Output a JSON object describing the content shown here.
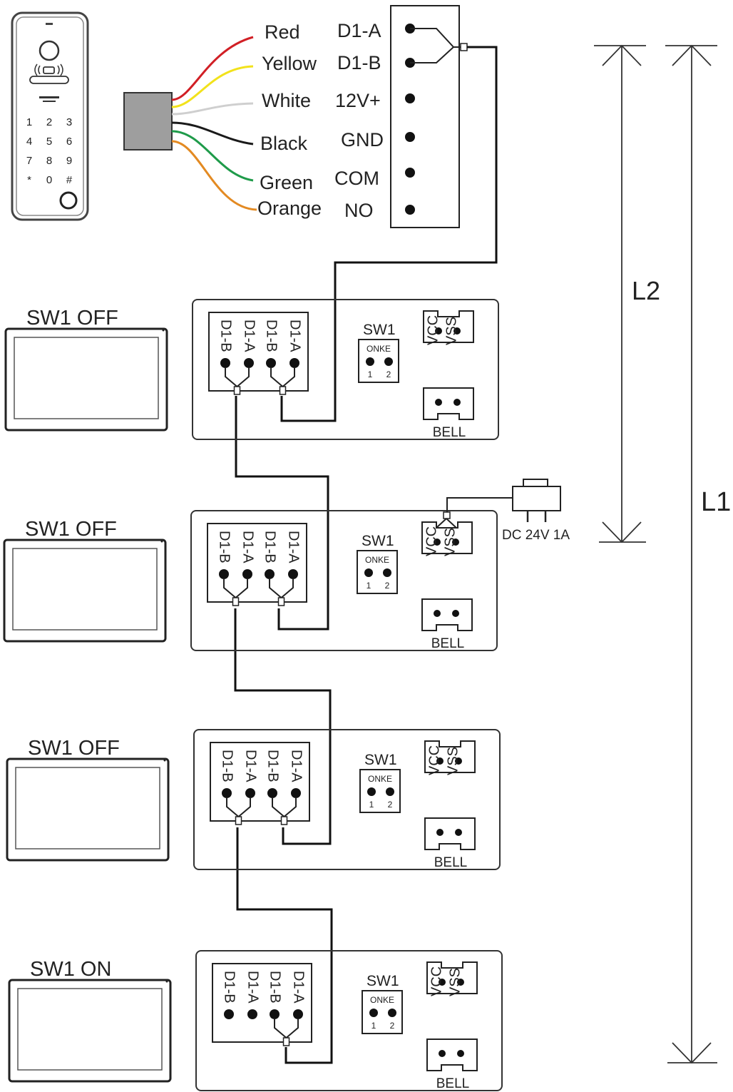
{
  "outdoor_unit": {
    "keypad": [
      "1",
      "2",
      "3",
      "4",
      "5",
      "6",
      "7",
      "8",
      "9",
      "*",
      "0",
      "#"
    ],
    "wires": [
      {
        "color_name": "Red",
        "terminal": "D1-A",
        "hex": "#d11f25"
      },
      {
        "color_name": "Yellow",
        "terminal": "D1-B",
        "hex": "#f2e21b"
      },
      {
        "color_name": "White",
        "terminal": "12V+",
        "hex": "#cfcfcf"
      },
      {
        "color_name": "Black",
        "terminal": "GND",
        "hex": "#1a1a1a"
      },
      {
        "color_name": "Green",
        "terminal": "COM",
        "hex": "#1f9b4a"
      },
      {
        "color_name": "Orange",
        "terminal": "NO",
        "hex": "#e38a22"
      }
    ]
  },
  "monitors": [
    {
      "label": "SW1 OFF"
    },
    {
      "label": "SW1 OFF"
    },
    {
      "label": "SW1 OFF"
    },
    {
      "label": "SW1 ON"
    }
  ],
  "terminal_block": {
    "pins": [
      "D1-B",
      "D1-A",
      "D1-B",
      "D1-A"
    ]
  },
  "switch": {
    "title": "SW1",
    "brand": "ONKE",
    "pins": [
      "1",
      "2"
    ]
  },
  "power_connector": {
    "pins": [
      "VCC",
      "VSS"
    ]
  },
  "bell_connector": {
    "label": "BELL"
  },
  "power_supply": {
    "label": "DC 24V 1A"
  },
  "dimensions": {
    "l2": "L2",
    "l1": "L1"
  }
}
